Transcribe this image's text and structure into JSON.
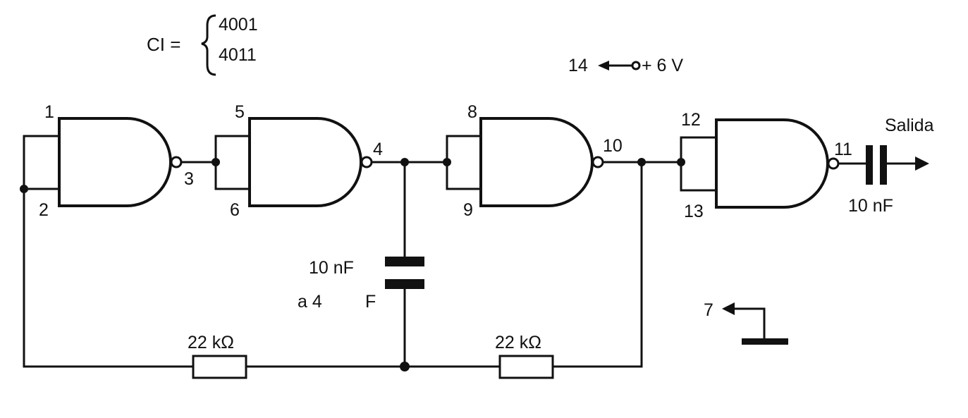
{
  "ic": {
    "prefix": "CI =",
    "chips": [
      "4001",
      "4011"
    ]
  },
  "supply": {
    "pin": "14",
    "voltage": "+ 6 V"
  },
  "ground": {
    "pin": "7"
  },
  "pins": {
    "p1": "1",
    "p2": "2",
    "p3": "3",
    "p4": "4",
    "p5": "5",
    "p6": "6",
    "p8": "8",
    "p9": "9",
    "p10": "10",
    "p11": "11",
    "p12": "12",
    "p13": "13"
  },
  "output": {
    "label": "Salida",
    "capacitor": "10 nF"
  },
  "timing_capacitor": {
    "value": "10 nF",
    "range_a": "a 4",
    "range_b": "F"
  },
  "resistors": {
    "r1": "22 kΩ",
    "r2": "22 kΩ"
  }
}
